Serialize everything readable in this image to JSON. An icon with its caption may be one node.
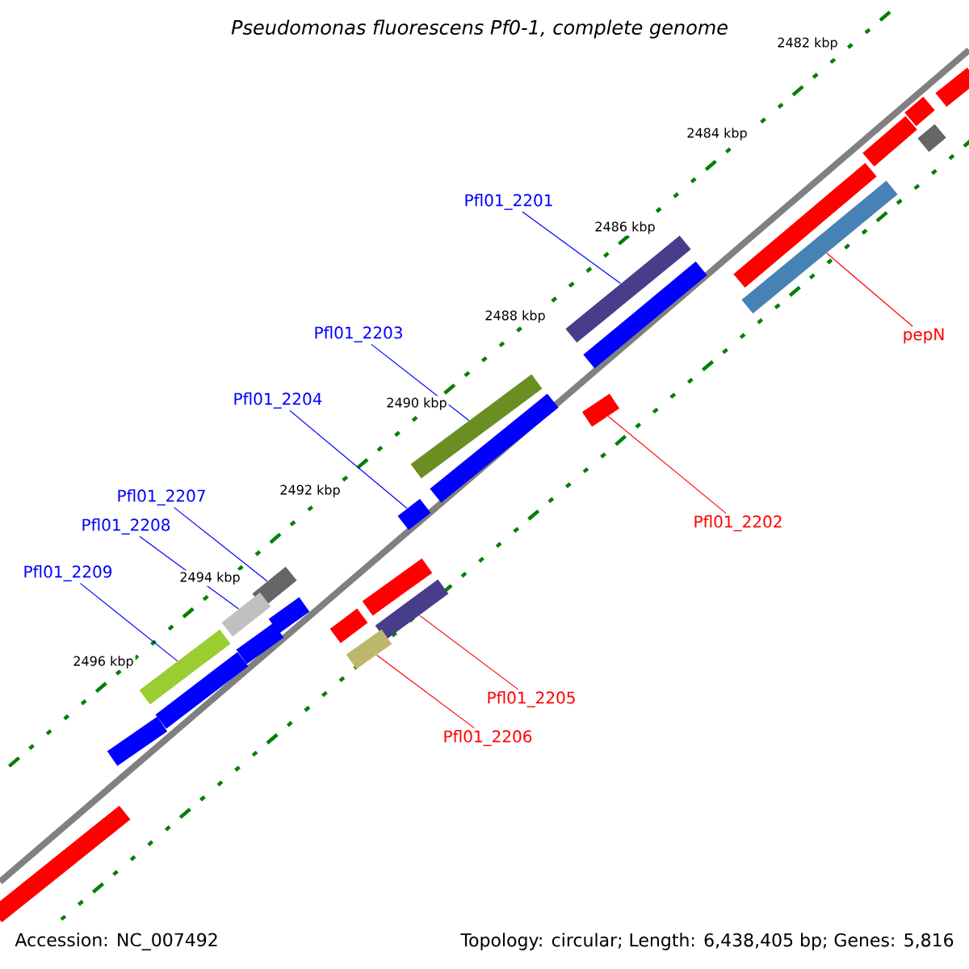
{
  "diagram": {
    "title": "Pseudomonas fluorescens Pf0-1, complete genome",
    "nodes": [
      {
        "text": [
          "Pfl01_2201"
        ]
      },
      {
        "text": [],
        "shape": "bar"
      },
      {
        "text": [
          "pepN"
        ]
      },
      {
        "text": [],
        "shape": "bar"
      },
      {
        "text": [
          "Pfl01_2203"
        ]
      },
      {
        "text": [],
        "shape": "bar"
      },
      {
        "text": [
          "Pfl01_2204"
        ]
      },
      {
        "text": [],
        "shape": "bar"
      },
      {
        "text": [
          "Pfl01_2202"
        ]
      },
      {
        "text": [],
        "shape": "bar"
      },
      {
        "text": [
          "Pfl01_2207"
        ]
      },
      {
        "text": [],
        "shape": "bar"
      },
      {
        "text": [
          "Pfl01_2208"
        ]
      },
      {
        "text": [],
        "shape": "bar"
      },
      {
        "text": [
          "Pfl01_2209"
        ]
      },
      {
        "text": [],
        "shape": "bar"
      },
      {
        "text": [
          "Pfl01_2205"
        ]
      },
      {
        "text": [],
        "shape": "bar"
      },
      {
        "text": [
          "Pfl01_2206"
        ]
      },
      {
        "text": [],
        "shape": "bar"
      },
      {
        "text": [],
        "shape": "bar"
      },
      {
        "text": [],
        "shape": "bar"
      },
      {
        "text": [],
        "shape": "bar"
      },
      {
        "text": [],
        "shape": "bar"
      },
      {
        "text": [],
        "shape": "bar"
      },
      {
        "text": [],
        "shape": "bar"
      },
      {
        "text": [],
        "shape": "bar"
      },
      {
        "text": [],
        "shape": "bar"
      },
      {
        "text": [],
        "shape": "bar"
      },
      {
        "text": [],
        "shape": "bar"
      },
      {
        "text": [],
        "shape": "bar"
      },
      {
        "text": [],
        "shape": "bar"
      },
      {
        "text": [],
        "shape": "bar"
      },
      {
        "text": [],
        "shape": "bar"
      }
    ],
    "edges": [
      {
        "from": 0,
        "to": 1,
        "arrow": "none"
      },
      {
        "from": 2,
        "to": 3,
        "arrow": "none",
        "color": "#ff0000"
      },
      {
        "from": 4,
        "to": 5,
        "arrow": "none"
      },
      {
        "from": 6,
        "to": 7,
        "arrow": "none"
      },
      {
        "from": 8,
        "to": 9,
        "arrow": "none",
        "color": "#ff0000"
      },
      {
        "from": 10,
        "to": 11,
        "arrow": "none"
      },
      {
        "from": 12,
        "to": 13,
        "arrow": "none"
      },
      {
        "from": 14,
        "to": 15,
        "arrow": "none"
      },
      {
        "from": 16,
        "to": 17,
        "arrow": "none",
        "color": "#ff0000"
      },
      {
        "from": 18,
        "to": 19,
        "arrow": "none",
        "color": "#ff0000"
      }
    ],
    "labels": [
      "2482 kbp",
      "2484 kbp",
      "2486 kbp",
      "2488 kbp",
      "2490 kbp",
      "2492 kbp",
      "2494 kbp",
      "2496 kbp",
      "Accession: NC_007492",
      "Topology: circular; Length: 6,438,405 bp; Genes: 5,816"
    ]
  }
}
